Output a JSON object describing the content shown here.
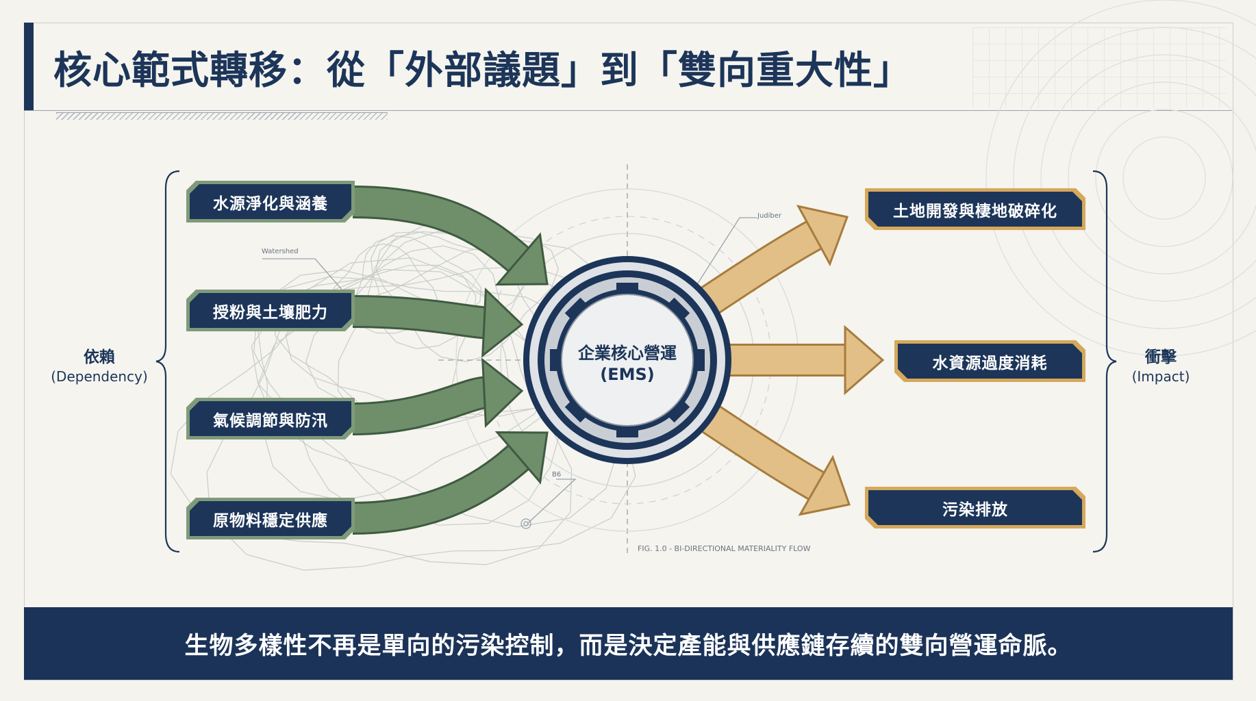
{
  "title": "核心範式轉移：從「外部議題」到「雙向重大性」",
  "left_group": {
    "label": "依賴",
    "label_en": "(Dependency)"
  },
  "right_group": {
    "label": "衝擊",
    "label_en": "(Impact)"
  },
  "dependencies": [
    "水源淨化與涵養",
    "授粉與土壤肥力",
    "氣候調節與防汛",
    "原物料穩定供應"
  ],
  "impacts": [
    "土地開發與棲地破碎化",
    "水資源過度消耗",
    "污染排放"
  ],
  "center": {
    "label": "企業核心營運",
    "label_en": "(EMS)"
  },
  "annotations": {
    "watershed": "Watershed",
    "judiber": "Judiber",
    "b6": "B6",
    "figure_caption": "FIG. 1.0 - BI-DIRECTIONAL MATERIALITY FLOW"
  },
  "footer": "生物多樣性不再是單向的污染控制，而是決定產能與供應鏈存續的雙向營運命脈。",
  "colors": {
    "navy": "#1c3559",
    "green": "#6f8f6a",
    "tan": "#e2bf87",
    "background": "#f4f3ee"
  }
}
